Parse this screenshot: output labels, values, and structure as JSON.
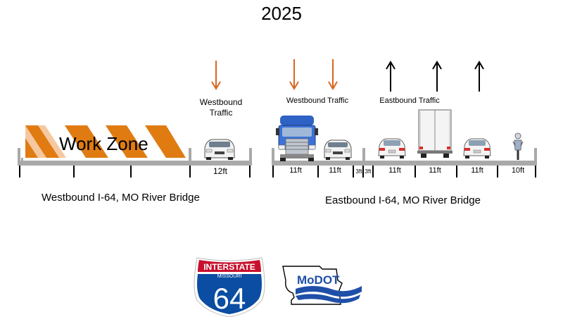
{
  "title": "2025",
  "work_zone": {
    "label": "Work Zone"
  },
  "direction_labels": {
    "westbound_left_line1": "Westbound",
    "westbound_left_line2": "Traffic",
    "westbound_right": "Westbound Traffic",
    "eastbound": "Eastbound Traffic"
  },
  "lanes": {
    "west_lane": "12ft",
    "east_lane_1": "11ft",
    "east_lane_2": "11ft",
    "median_1": "3ft",
    "median_2": "3ft",
    "east_lane_3": "11ft",
    "east_lane_4": "11ft",
    "east_lane_5": "11ft",
    "east_shoulder": "10ft"
  },
  "bridges": {
    "westbound": "Westbound I-64, MO River Bridge",
    "eastbound": "Eastbound I-64, MO River Bridge"
  },
  "shield": {
    "top": "INTERSTATE",
    "state": "MISSOURI",
    "number": "64"
  },
  "modot": {
    "name": "MoDOT"
  },
  "colors": {
    "arrow_west": "#d9661f",
    "arrow_east": "#000000",
    "barrier_orange": "#e07b12",
    "barrier_light": "#f6c8a0",
    "deck": "#a9a9a9",
    "shield_red": "#c8102e",
    "shield_blue": "#0a4da2",
    "modot_blue": "#1f4fa8"
  }
}
